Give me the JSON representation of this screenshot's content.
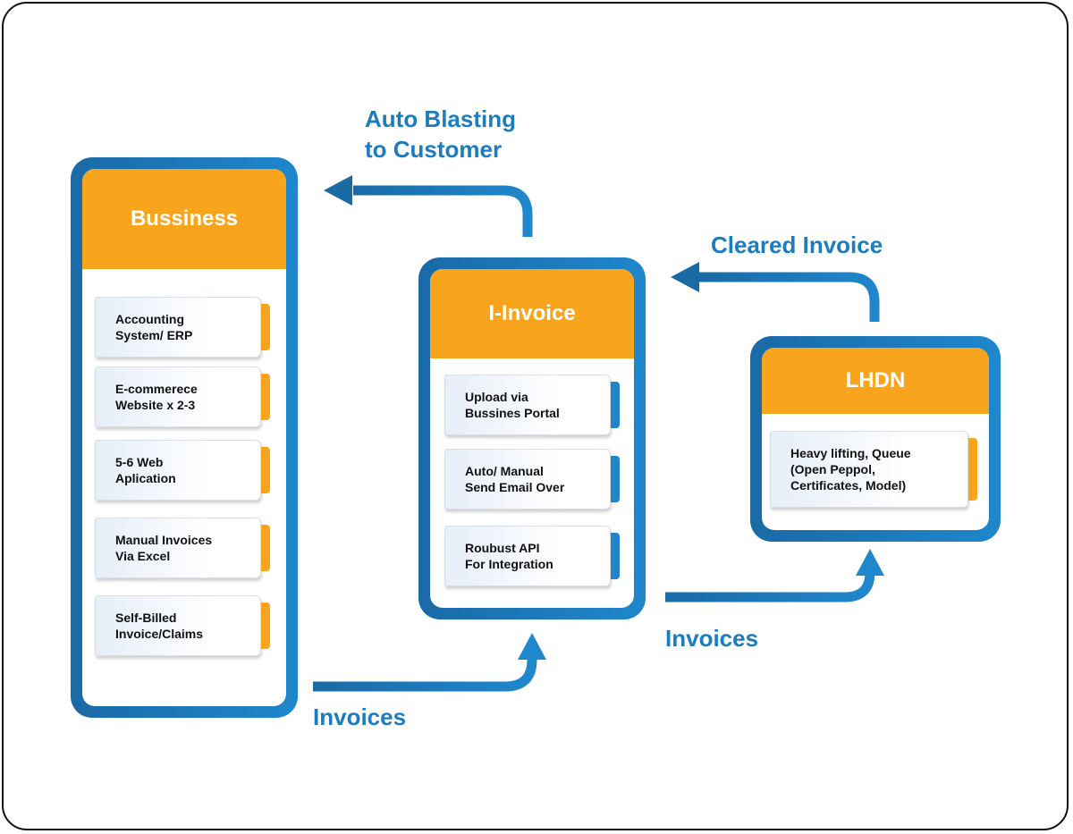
{
  "colors": {
    "accent_blue": "#1b7dc0",
    "header_orange": "#f8a51d",
    "border_blue_dark": "#1a6aa6",
    "border_blue_light": "#1f87cc"
  },
  "panels": {
    "business": {
      "title": "Bussiness",
      "items": [
        "Accounting\nSystem/ ERP",
        "E-commerece\nWebsite x 2-3",
        "5-6 Web\nAplication",
        "Manual Invoices\nVia Excel",
        "Self-Billed\nInvoice/Claims"
      ]
    },
    "iinvoice": {
      "title": "I-Invoice",
      "items": [
        "Upload via\nBussines Portal",
        "Auto/ Manual\nSend Email Over",
        "Roubust API\nFor Integration"
      ]
    },
    "lhdn": {
      "title": "LHDN",
      "items": [
        "Heavy lifting, Queue\n(Open Peppol,\nCertificates, Model)"
      ]
    }
  },
  "flows": {
    "auto_blasting": "Auto Blasting\nto Customer",
    "cleared_invoice": "Cleared Invoice",
    "invoices_business_to_iinvoice": "Invoices",
    "invoices_iinvoice_to_lhdn": "Invoices"
  }
}
